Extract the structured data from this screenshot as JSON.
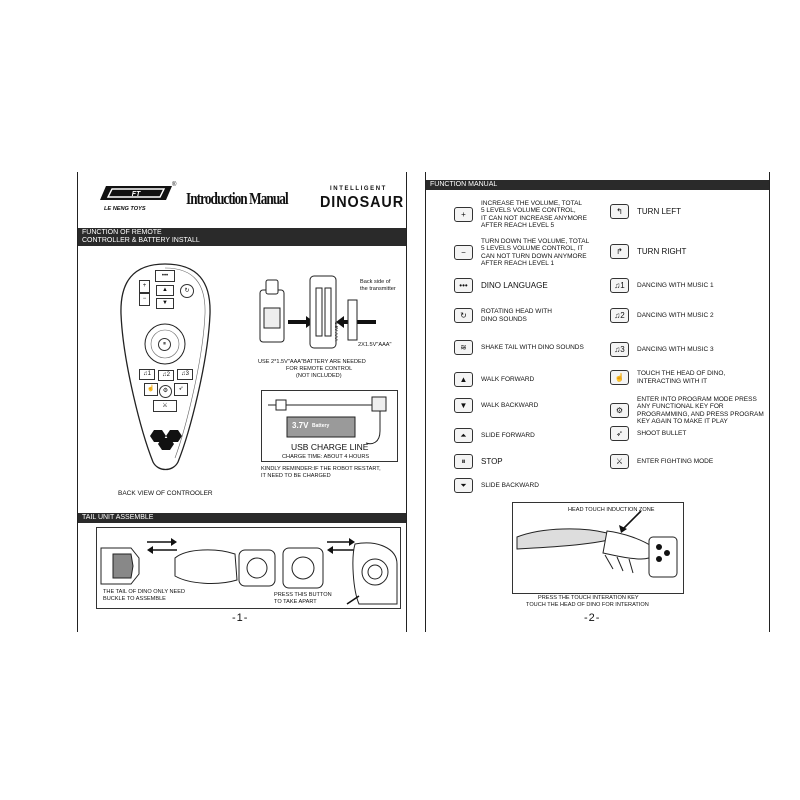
{
  "brand": {
    "logo_text": "LE NENG TOYS",
    "title": "Introduction Manual",
    "product_small": "INTELLIGENT",
    "product_big": "DINOSAUR"
  },
  "page1": {
    "section_remote": [
      "FUNCTION OF REMOTE",
      "CONTROLLER & BATTERY INSTALL"
    ],
    "back_side_note": [
      "Back side of",
      "the transmitter"
    ],
    "battery_spec": "2X1.5V\"AAA\"",
    "battery_inline": "1.5V AAA",
    "battery_note": [
      "USE 2*1.5V\"AAA\"BATTERY ARE NEEDED",
      "FOR REMOTE CONTROL",
      "(NOT INCLUDED)"
    ],
    "charger_battery_voltage": "3.7V",
    "charger_battery_word": "Battery",
    "usb_line": "USB CHARGE LINE",
    "charge_time": "CHARGE TIME: ABOUT 4 HOURS",
    "reminder": [
      "KINDLY REMINDER:IF THE ROBOT RESTART,",
      "IT NEED TO BE CHARGED"
    ],
    "controller_caption": "BACK VIEW OF CONTROOLER",
    "section_tail": "TAIL UNIT ASSEMBLE",
    "tail_note": [
      "THE TAIL OF DINO ONLY NEED",
      "BUCKLE TO ASSEMBLE"
    ],
    "press_note": [
      "PRESS THIS BUTTON",
      "TO TAKE APART"
    ],
    "page_number": "-1-"
  },
  "page2": {
    "section_title": "FUNCTION MANUAL",
    "left_functions": [
      {
        "icon": "+",
        "name": "volume-up",
        "lines": [
          "INCREASE THE VOLUME, TOTAL",
          "5 LEVELS VOLUME CONTROL,",
          "IT CAN NOT INCREASE ANYMORE",
          "AFTER REACH LEVEL 5"
        ]
      },
      {
        "icon": "−",
        "name": "volume-down",
        "lines": [
          "TURN DOWN THE VOLUME, TOTAL",
          "5 LEVELS VOLUME CONTROL, IT",
          "CAN NOT TURN DOWN ANYMORE",
          "AFTER REACH LEVEL 1"
        ]
      },
      {
        "icon": "•••",
        "name": "dino-language",
        "lines": [
          "DINO LANGUAGE"
        ]
      },
      {
        "icon": "↻",
        "name": "rotating-head",
        "lines": [
          "ROTATING HEAD WITH",
          "DINO SOUNDS"
        ]
      },
      {
        "icon": "≋",
        "name": "shake-tail",
        "lines": [
          "SHAKE TAIL WITH DINO SOUNDS"
        ]
      },
      {
        "icon": "▲",
        "name": "walk-forward",
        "lines": [
          "WALK FORWARD"
        ]
      },
      {
        "icon": "▼",
        "name": "walk-backward",
        "lines": [
          "WALK BACKWARD"
        ]
      },
      {
        "icon": "⏶",
        "name": "slide-forward",
        "lines": [
          "SLIDE FORWARD"
        ]
      },
      {
        "icon": "⏸",
        "name": "stop",
        "lines": [
          "STOP"
        ]
      },
      {
        "icon": "⏷",
        "name": "slide-backward",
        "lines": [
          "SLIDE BACKWARD"
        ]
      }
    ],
    "right_functions": [
      {
        "icon": "↰",
        "name": "turn-left",
        "lines": [
          "TURN LEFT"
        ]
      },
      {
        "icon": "↱",
        "name": "turn-right",
        "lines": [
          "TURN RIGHT"
        ]
      },
      {
        "icon": "♫1",
        "name": "music-1",
        "lines": [
          "DANCING WITH MUSIC 1"
        ]
      },
      {
        "icon": "♫2",
        "name": "music-2",
        "lines": [
          "DANCING WITH MUSIC 2"
        ]
      },
      {
        "icon": "♫3",
        "name": "music-3",
        "lines": [
          "DANCING WITH MUSIC 3"
        ]
      },
      {
        "icon": "☝",
        "name": "touch-head",
        "lines": [
          "TOUCH THE HEAD OF DINO,",
          "INTERACTING WITH IT"
        ]
      },
      {
        "icon": "⚙",
        "name": "program-mode",
        "lines": [
          "ENTER INTO PROGRAM MODE PRESS",
          "ANY FUNCTIONAL KEY FOR",
          "PROGRAMMING, AND PRESS PROGRAM",
          "KEY AGAIN TO MAKE IT PLAY"
        ]
      },
      {
        "icon": "➶",
        "name": "shoot-bullet",
        "lines": [
          "SHOOT BULLET"
        ]
      },
      {
        "icon": "⚔",
        "name": "fighting-mode",
        "lines": [
          "ENTER FIGHTING MODE"
        ]
      }
    ],
    "touch_zone_label": "HEAD TOUCH INDUCTION ZONE",
    "touch_caption": [
      "PRESS THE TOUCH INTERATION KEY",
      "TOUCH THE HEAD OF DINO FOR INTERATION"
    ],
    "page_number": "-2-"
  },
  "remote_buttons": {
    "music1": "♫1",
    "music2": "♫2",
    "music3": "♫3",
    "plus": "+",
    "minus": "−",
    "stop": "⏸"
  }
}
